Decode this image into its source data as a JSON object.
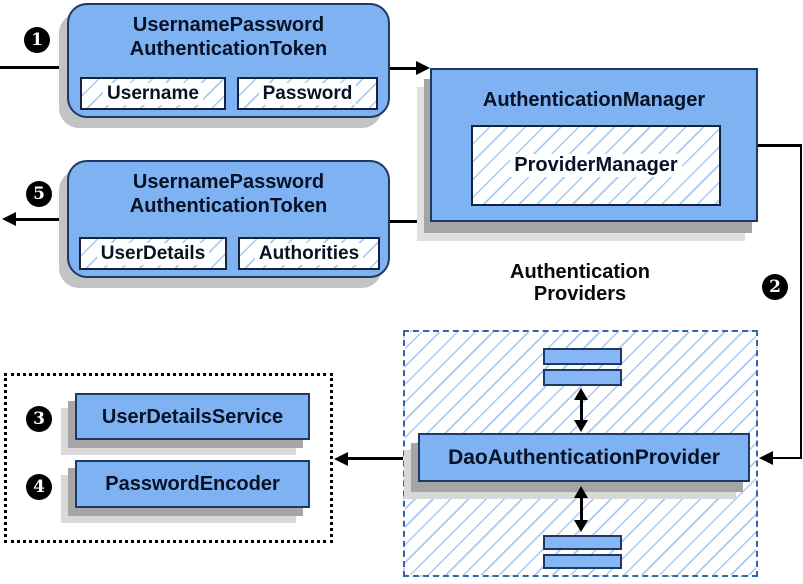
{
  "colors": {
    "node_fill": "#7eb2f2",
    "node_border": "#1f3864",
    "hatch_line": "#a9c9f2",
    "dashed_frame_border": "#3564a8",
    "dotted_frame_border": "#000000",
    "connector": "#000000",
    "shadow_dark": "#a5a5a5",
    "shadow_light": "#e0e0e0",
    "badge_background": "#000000",
    "badge_text": "#ffffff"
  },
  "steps": {
    "s1": "1",
    "s2": "2",
    "s3": "3",
    "s4": "4",
    "s5": "5"
  },
  "request_token": {
    "title_line1": "UsernamePassword",
    "title_line2": "AuthenticationToken",
    "fields": [
      "Username",
      "Password"
    ]
  },
  "authentication_manager": {
    "title": "AuthenticationManager",
    "provider": "ProviderManager"
  },
  "response_token": {
    "title_line1": "UsernamePassword",
    "title_line2": "AuthenticationToken",
    "fields": [
      "UserDetails",
      "Authorities"
    ]
  },
  "providers_group": {
    "label_line1": "Authentication",
    "label_line2": "Providers"
  },
  "dao_authentication_provider": {
    "title": "DaoAuthenticationProvider"
  },
  "user_details_service": {
    "title": "UserDetailsService"
  },
  "password_encoder": {
    "title": "PasswordEncoder"
  }
}
